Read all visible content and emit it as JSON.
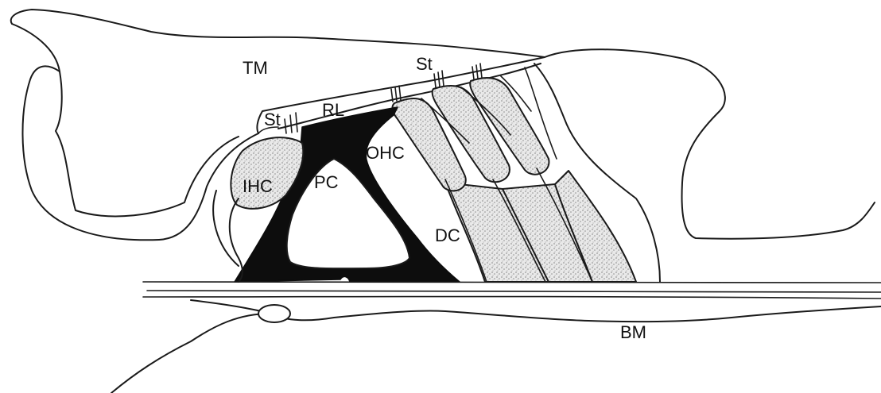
{
  "diagram": {
    "labels": {
      "tm": "TM",
      "st_top": "St",
      "st_left": "St",
      "rl": "RL",
      "ihc": "IHC",
      "pc": "PC",
      "ohc": "OHC",
      "dc": "DC",
      "bm": "BM"
    },
    "colors": {
      "ink": "#1a1a1a",
      "pillar_cells": "#0d0d0d",
      "stipple": "#b9b9b9"
    }
  }
}
